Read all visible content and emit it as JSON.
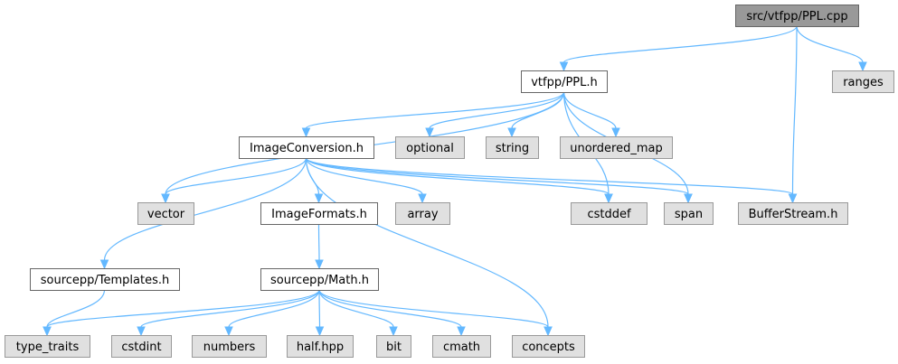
{
  "colors": {
    "root_fill": "#999999",
    "root_stroke": "#666666",
    "header_fill": "#ffffff",
    "header_stroke": "#666666",
    "external_fill": "#e0e0e0",
    "external_stroke": "#999999",
    "edge": "#63b8ff"
  },
  "nodes": [
    {
      "id": "ppl_cpp",
      "label": "src/vtfpp/PPL.cpp",
      "kind": "root"
    },
    {
      "id": "ppl_h",
      "label": "vtfpp/PPL.h",
      "kind": "header"
    },
    {
      "id": "ranges",
      "label": "ranges",
      "kind": "external"
    },
    {
      "id": "imageconversion_h",
      "label": "ImageConversion.h",
      "kind": "header"
    },
    {
      "id": "optional",
      "label": "optional",
      "kind": "external"
    },
    {
      "id": "string",
      "label": "string",
      "kind": "external"
    },
    {
      "id": "unordered_map",
      "label": "unordered_map",
      "kind": "external"
    },
    {
      "id": "vector",
      "label": "vector",
      "kind": "external"
    },
    {
      "id": "imageformats_h",
      "label": "ImageFormats.h",
      "kind": "header"
    },
    {
      "id": "array",
      "label": "array",
      "kind": "external"
    },
    {
      "id": "cstddef",
      "label": "cstddef",
      "kind": "external"
    },
    {
      "id": "span",
      "label": "span",
      "kind": "external"
    },
    {
      "id": "bufferstream_h",
      "label": "BufferStream.h",
      "kind": "external"
    },
    {
      "id": "templates_h",
      "label": "sourcepp/Templates.h",
      "kind": "header"
    },
    {
      "id": "math_h",
      "label": "sourcepp/Math.h",
      "kind": "header"
    },
    {
      "id": "type_traits",
      "label": "type_traits",
      "kind": "external"
    },
    {
      "id": "cstdint",
      "label": "cstdint",
      "kind": "external"
    },
    {
      "id": "numbers",
      "label": "numbers",
      "kind": "external"
    },
    {
      "id": "half_hpp",
      "label": "half.hpp",
      "kind": "external"
    },
    {
      "id": "bit",
      "label": "bit",
      "kind": "external"
    },
    {
      "id": "cmath",
      "label": "cmath",
      "kind": "external"
    },
    {
      "id": "concepts",
      "label": "concepts",
      "kind": "external"
    }
  ],
  "edges": [
    {
      "from": "ppl_cpp",
      "to": "ppl_h"
    },
    {
      "from": "ppl_cpp",
      "to": "ranges"
    },
    {
      "from": "ppl_cpp",
      "to": "bufferstream_h"
    },
    {
      "from": "ppl_h",
      "to": "imageconversion_h"
    },
    {
      "from": "ppl_h",
      "to": "vector"
    },
    {
      "from": "ppl_h",
      "to": "optional"
    },
    {
      "from": "ppl_h",
      "to": "string"
    },
    {
      "from": "ppl_h",
      "to": "unordered_map"
    },
    {
      "from": "ppl_h",
      "to": "cstddef"
    },
    {
      "from": "ppl_h",
      "to": "span"
    },
    {
      "from": "imageconversion_h",
      "to": "vector"
    },
    {
      "from": "imageconversion_h",
      "to": "imageformats_h"
    },
    {
      "from": "imageconversion_h",
      "to": "array"
    },
    {
      "from": "imageconversion_h",
      "to": "cstddef"
    },
    {
      "from": "imageconversion_h",
      "to": "span"
    },
    {
      "from": "imageconversion_h",
      "to": "bufferstream_h"
    },
    {
      "from": "imageconversion_h",
      "to": "templates_h"
    },
    {
      "from": "imageconversion_h",
      "to": "concepts"
    },
    {
      "from": "imageformats_h",
      "to": "math_h"
    },
    {
      "from": "templates_h",
      "to": "type_traits"
    },
    {
      "from": "math_h",
      "to": "type_traits"
    },
    {
      "from": "math_h",
      "to": "cstdint"
    },
    {
      "from": "math_h",
      "to": "numbers"
    },
    {
      "from": "math_h",
      "to": "half_hpp"
    },
    {
      "from": "math_h",
      "to": "bit"
    },
    {
      "from": "math_h",
      "to": "cmath"
    },
    {
      "from": "math_h",
      "to": "concepts"
    }
  ]
}
